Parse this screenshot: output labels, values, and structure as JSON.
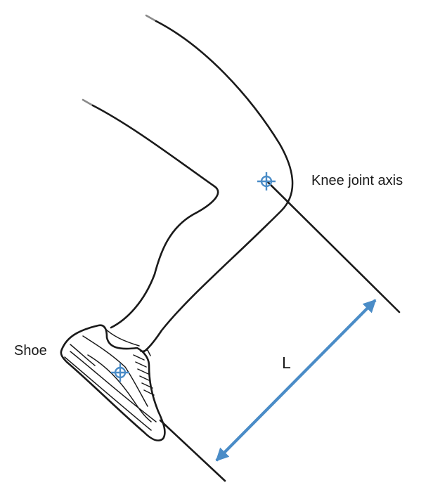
{
  "labels": {
    "knee_joint": "Knee joint axis",
    "shoe": "Shoe",
    "length": "L"
  },
  "colors": {
    "line": "#1a1a1a",
    "accent": "#4a8cc7",
    "background": "#ffffff"
  },
  "icons": {
    "knee_marker": "crosshair-target-icon",
    "shoe_marker": "crosshair-target-icon",
    "dimension": "double-headed-arrow-icon"
  }
}
